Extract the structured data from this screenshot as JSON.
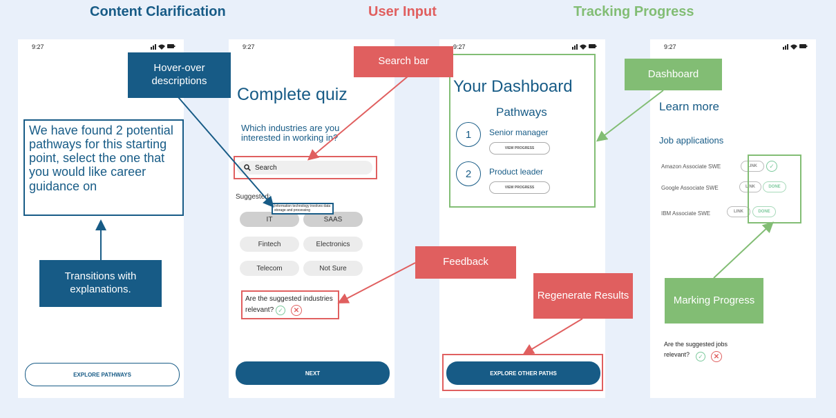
{
  "headings": {
    "clarification": "Content Clarification",
    "input": "User Input",
    "progress": "Tracking Progress"
  },
  "colors": {
    "background": "#e9f0fa",
    "blue": "#175b86",
    "red": "#e05f5f",
    "green": "#82bd74"
  },
  "status_time": "9:27",
  "status_icons": [
    "signal-icon",
    "wifi-icon",
    "battery-icon"
  ],
  "screen1": {
    "message": "We have found 2 potential pathways for this starting point, select the one that you would like career guidance on",
    "button": "EXPLORE PATHWAYS"
  },
  "screen2": {
    "title": "Complete quiz",
    "question": "Which industries are you interested in working in?",
    "search_placeholder": "Search",
    "suggested_label": "Suggested:",
    "tooltip": "Information technology involves data storage and processing",
    "chips": [
      "IT",
      "SAAS",
      "Fintech",
      "Electronics",
      "Telecom",
      "Not Sure"
    ],
    "feedback_question": "Are the suggested industries relevant?",
    "button": "NEXT"
  },
  "screen3": {
    "title": "Your Dashboard",
    "subtitle": "Pathways",
    "paths": [
      {
        "number": "1",
        "name": "Senior manager",
        "button": "VIEW PROGRESS"
      },
      {
        "number": "2",
        "name": "Product leader",
        "button": "VIEW PROGRESS"
      }
    ],
    "button": "EXPLORE OTHER PATHS"
  },
  "screen4": {
    "learn_more": "Learn more",
    "section_title": "Job applications",
    "jobs": [
      {
        "name": "Amazon Associate SWE",
        "link": "LINK",
        "status": ""
      },
      {
        "name": "Google Associate SWE",
        "link": "LINK",
        "status": "DONE"
      },
      {
        "name": "IBM Associate SWE",
        "link": "LINK",
        "status": "DONE"
      }
    ],
    "feedback_question": "Are the suggested  jobs relevant?"
  },
  "annotations": {
    "hover": "Hover-over descriptions",
    "transitions": "Transitions with explanations.",
    "search_bar": "Search bar",
    "feedback": "Feedback",
    "regenerate": "Regenerate Results",
    "dashboard": "Dashboard",
    "marking": "Marking Progress"
  }
}
